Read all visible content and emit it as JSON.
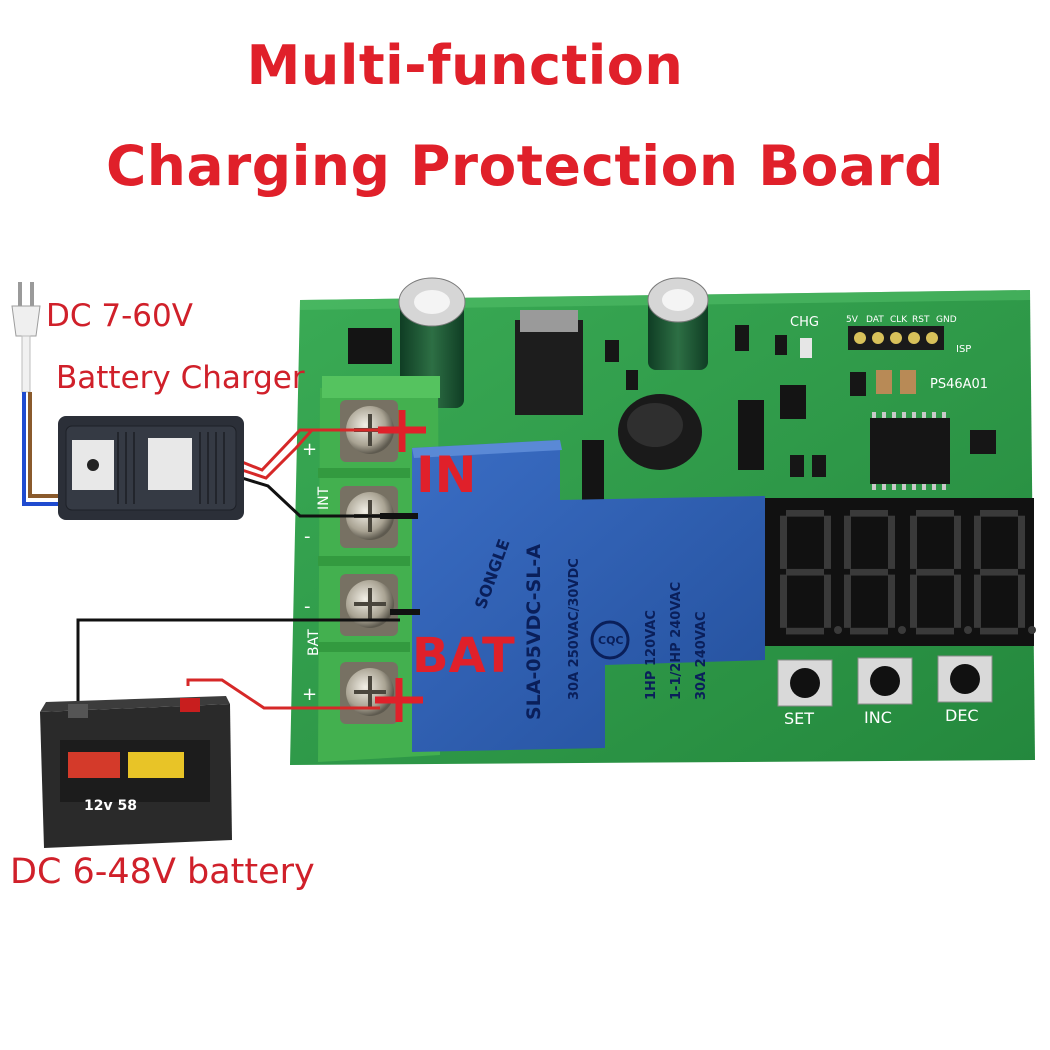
{
  "title": {
    "line1": "Multi-function",
    "line2": "Charging Protection Board"
  },
  "labels": {
    "charger_voltage": "DC 7-60V",
    "charger": "Battery Charger",
    "battery": "DC 6-48V battery",
    "terminal_in": "IN",
    "terminal_bat": "BAT"
  },
  "board": {
    "model": "PS46A01",
    "chg": "CHG",
    "isp_header": [
      "5V",
      "DAT",
      "CLK",
      "RST",
      "GND"
    ],
    "isp": "ISP",
    "buttons": [
      "SET",
      "INC",
      "DEC"
    ],
    "terminal_silk": [
      "+",
      "INT",
      "-",
      "-",
      "BAT",
      "+"
    ]
  },
  "relay": {
    "brand": "SONGLE",
    "model": "SLA-05VDC-SL-A",
    "ratings_left": "30A 250VAC/30VDC",
    "ratings_right": [
      "1HP 120VAC",
      "1-1/2HP 240VAC",
      "30A 240VAC"
    ],
    "cert": "CQC"
  },
  "battery_label": {
    "spec": "12v 58"
  },
  "colors": {
    "pcb": "#2e9a4a",
    "relay": "#2f5fb3",
    "terminal": "#3aa84a",
    "accent_red": "#e0202a",
    "display": "#121212"
  }
}
